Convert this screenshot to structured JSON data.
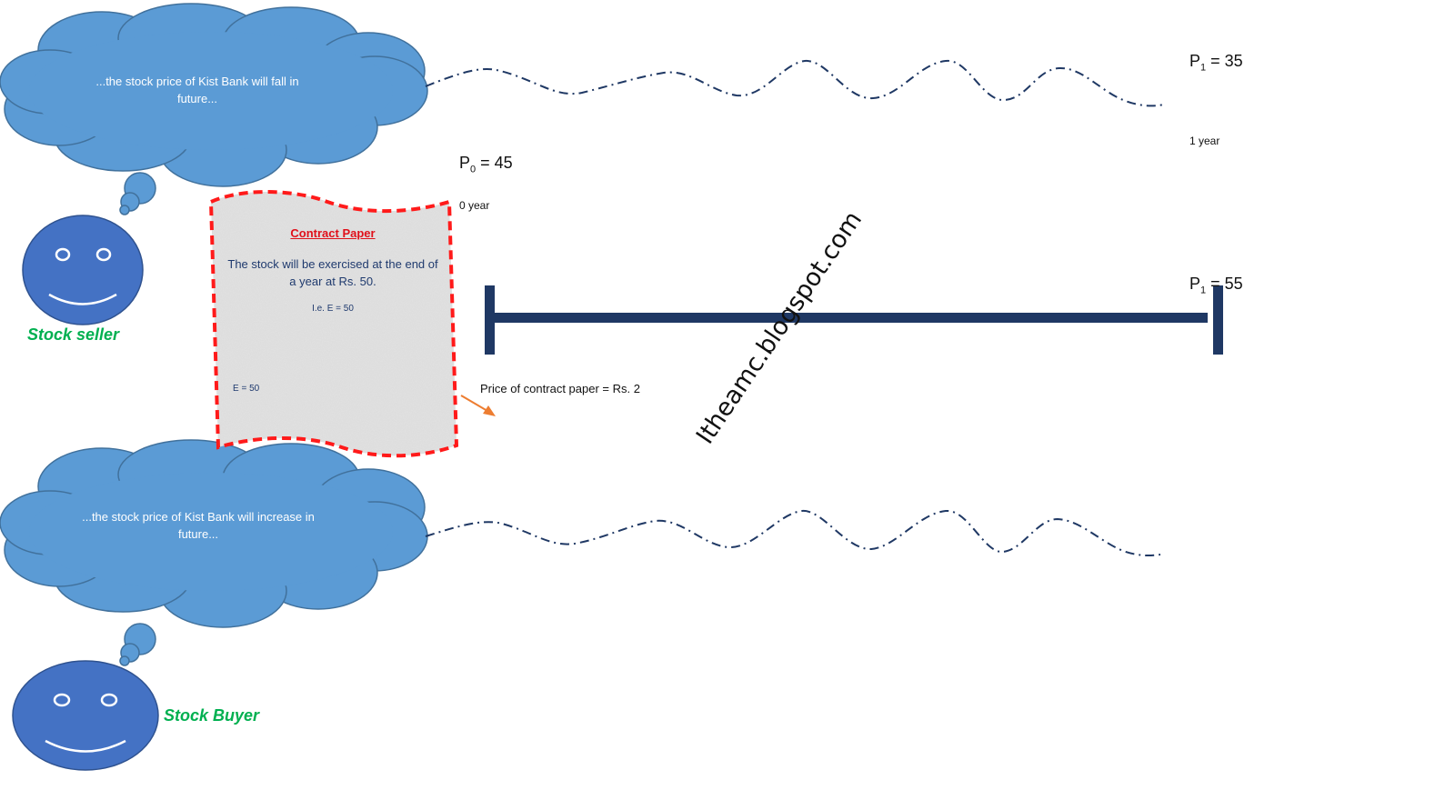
{
  "seller": {
    "thought": "...the stock price of Kist Bank will fall in future...",
    "label": "Stock seller"
  },
  "buyer": {
    "thought": "...the stock price of Kist Bank will increase in future...",
    "label": "Stock Buyer"
  },
  "contract": {
    "title": "Contract Paper",
    "body": "The stock will be exercised at the end of a year at Rs. 50.",
    "ie": "I.e. E = 50",
    "e_value": "E = 50"
  },
  "timeline": {
    "p0": {
      "symbol": "P",
      "sub": "0",
      "value": "= 45"
    },
    "start_label": "0 year",
    "p1_down": {
      "symbol": "P",
      "sub": "1",
      "value": "= 35"
    },
    "end_label": "1 year",
    "p1_up": {
      "symbol": "P",
      "sub": "1",
      "value": "= 55"
    }
  },
  "price_note": "Price of contract paper = Rs. 2",
  "watermark": "Itheamc.blogspot.com",
  "colors": {
    "cloud": "#5b9bd5",
    "face": "#4472c4",
    "timeline": "#1f3864",
    "contract_border": "#ff1a1a",
    "arrow": "#ed7d31",
    "role_text": "#00b050"
  }
}
